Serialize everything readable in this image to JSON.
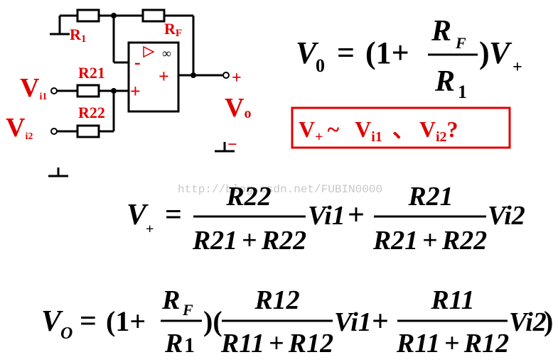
{
  "circuit": {
    "labels": {
      "r1": "R",
      "r1_sub": "1",
      "rf": "R",
      "rf_sub": "F",
      "r21": "R21",
      "r22": "R22",
      "vi1": "V",
      "vi1_sub": "i1",
      "vi2": "V",
      "vi2_sub": "i2",
      "vo": "V",
      "vo_sub": "o",
      "out_plus": "+",
      "out_minus": "−",
      "opamp_minus": "-",
      "opamp_plus": "+",
      "opamp_plus_outer": "+",
      "opamp_inf": "∞"
    }
  },
  "equation1": {
    "lhs": "V",
    "lhs_sub": "0",
    "eq": "=",
    "open": "(1+",
    "num": "R",
    "num_sub": "F",
    "den": "R",
    "den_sub": "1",
    "close": ")",
    "v": "V",
    "v_sub": "+"
  },
  "question_box": {
    "v_plus": "V",
    "v_plus_sub": "+",
    "tilde": "~",
    "vi1": "V",
    "vi1_sub": "i1",
    "sep": "、",
    "vi2": "V",
    "vi2_sub": "i2",
    "q": "?",
    "border_color": "#e00000"
  },
  "watermark": "http://blog.csdn.net/FUBIN0000",
  "equation2": {
    "lhs": "V",
    "lhs_sub": "+",
    "eq": "=",
    "f1_num": "R22",
    "f1_den_a": "R21",
    "plus": "+",
    "f1_den_b": "R22",
    "t1": "Vi1",
    "mid_plus": "+",
    "f2_num": "R21",
    "f2_den_a": "R21",
    "f2_den_b": "R22",
    "t2": "Vi2"
  },
  "equation3": {
    "lhs": "V",
    "lhs_sub": "O",
    "eq": "=",
    "open": "(1+",
    "num": "R",
    "num_sub": "F",
    "den": "R",
    "den_sub": "1",
    "close_open": ")(",
    "f1_num": "R12",
    "f1_den_a": "R11",
    "plus": "+",
    "f1_den_b": "R12",
    "t1": "Vi1",
    "mid_plus": "+",
    "f2_num": "R11",
    "f2_den_a": "R11",
    "f2_den_b": "R12",
    "t2": "Vi2",
    "close": ")"
  },
  "colors": {
    "accent_red": "#e00000",
    "ink": "#000000"
  }
}
